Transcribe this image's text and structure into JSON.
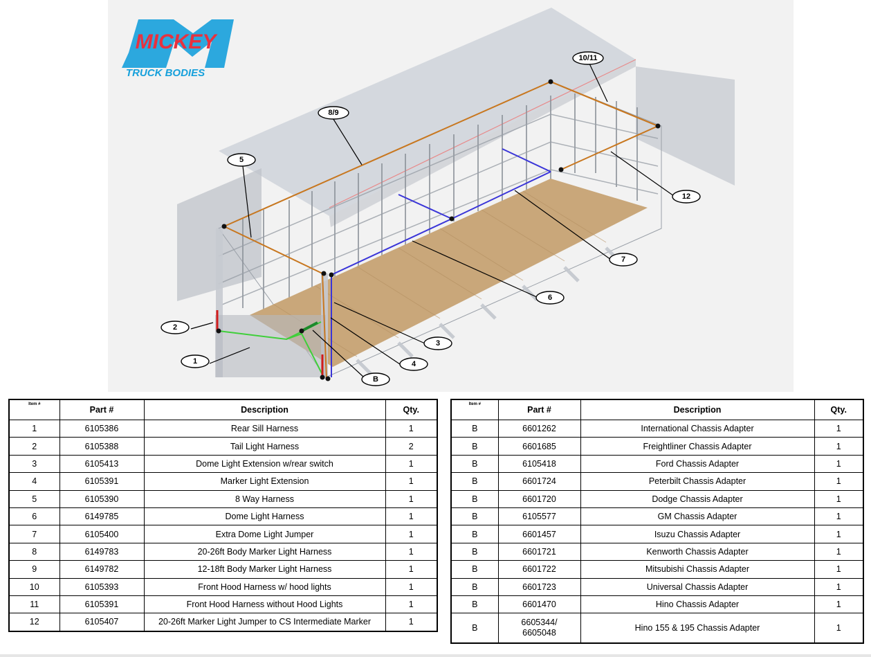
{
  "logo": {
    "brand_top": "MICKEY",
    "brand_bottom": "TRUCK BODIES",
    "colors": {
      "primary": "#e8313f",
      "secondary": "#16a0db"
    }
  },
  "diagram": {
    "callouts": [
      "1",
      "2",
      "3",
      "4",
      "5",
      "6",
      "7",
      "8/9",
      "10/11",
      "12",
      "B"
    ],
    "harness_colors": {
      "marker": "#c8771f",
      "dome": "#3a35d8",
      "sill": "#3fcf3a",
      "tail": "#d11b1b",
      "adapter": "#1d8a2b"
    }
  },
  "table_left": {
    "headers": {
      "item": "Item #",
      "part": "Part #",
      "description": "Description",
      "qty": "Qty."
    },
    "rows": [
      {
        "item": "1",
        "part": "6105386",
        "description": "Rear Sill Harness",
        "qty": "1"
      },
      {
        "item": "2",
        "part": "6105388",
        "description": "Tail Light Harness",
        "qty": "2"
      },
      {
        "item": "3",
        "part": "6105413",
        "description": "Dome Light Extension w/rear switch",
        "qty": "1"
      },
      {
        "item": "4",
        "part": "6105391",
        "description": "Marker Light Extension",
        "qty": "1"
      },
      {
        "item": "5",
        "part": "6105390",
        "description": "8 Way Harness",
        "qty": "1"
      },
      {
        "item": "6",
        "part": "6149785",
        "description": "Dome Light Harness",
        "qty": "1"
      },
      {
        "item": "7",
        "part": "6105400",
        "description": "Extra Dome Light Jumper",
        "qty": "1"
      },
      {
        "item": "8",
        "part": "6149783",
        "description": "20-26ft Body Marker Light Harness",
        "qty": "1"
      },
      {
        "item": "9",
        "part": "6149782",
        "description": "12-18ft Body Marker Light Harness",
        "qty": "1"
      },
      {
        "item": "10",
        "part": "6105393",
        "description": "Front Hood Harness w/ hood lights",
        "qty": "1"
      },
      {
        "item": "11",
        "part": "6105391",
        "description": "Front Hood Harness without Hood Lights",
        "qty": "1"
      },
      {
        "item": "12",
        "part": "6105407",
        "description": "20-26ft Marker Light Jumper to CS Intermediate  Marker",
        "qty": "1"
      }
    ]
  },
  "table_right": {
    "headers": {
      "item": "Item #",
      "part": "Part #",
      "description": "Description",
      "qty": "Qty."
    },
    "rows": [
      {
        "item": "B",
        "part": "6601262",
        "description": "International Chassis Adapter",
        "qty": "1"
      },
      {
        "item": "B",
        "part": "6601685",
        "description": "Freightliner Chassis Adapter",
        "qty": "1"
      },
      {
        "item": "B",
        "part": "6105418",
        "description": "Ford Chassis Adapter",
        "qty": "1"
      },
      {
        "item": "B",
        "part": "6601724",
        "description": "Peterbilt Chassis Adapter",
        "qty": "1"
      },
      {
        "item": "B",
        "part": "6601720",
        "description": "Dodge Chassis Adapter",
        "qty": "1"
      },
      {
        "item": "B",
        "part": "6105577",
        "description": "GM Chassis Adapter",
        "qty": "1"
      },
      {
        "item": "B",
        "part": "6601457",
        "description": "Isuzu Chassis Adapter",
        "qty": "1"
      },
      {
        "item": "B",
        "part": "6601721",
        "description": "Kenworth Chassis Adapter",
        "qty": "1"
      },
      {
        "item": "B",
        "part": "6601722",
        "description": "Mitsubishi Chassis Adapter",
        "qty": "1"
      },
      {
        "item": "B",
        "part": "6601723",
        "description": "Universal Chassis Adapter",
        "qty": "1"
      },
      {
        "item": "B",
        "part": "6601470",
        "description": "Hino Chassis Adapter",
        "qty": "1"
      },
      {
        "item": "B",
        "part_line1": "6605344/",
        "part_line2": "6605048",
        "description": "Hino 155 & 195 Chassis Adapter",
        "qty": "1"
      }
    ]
  }
}
